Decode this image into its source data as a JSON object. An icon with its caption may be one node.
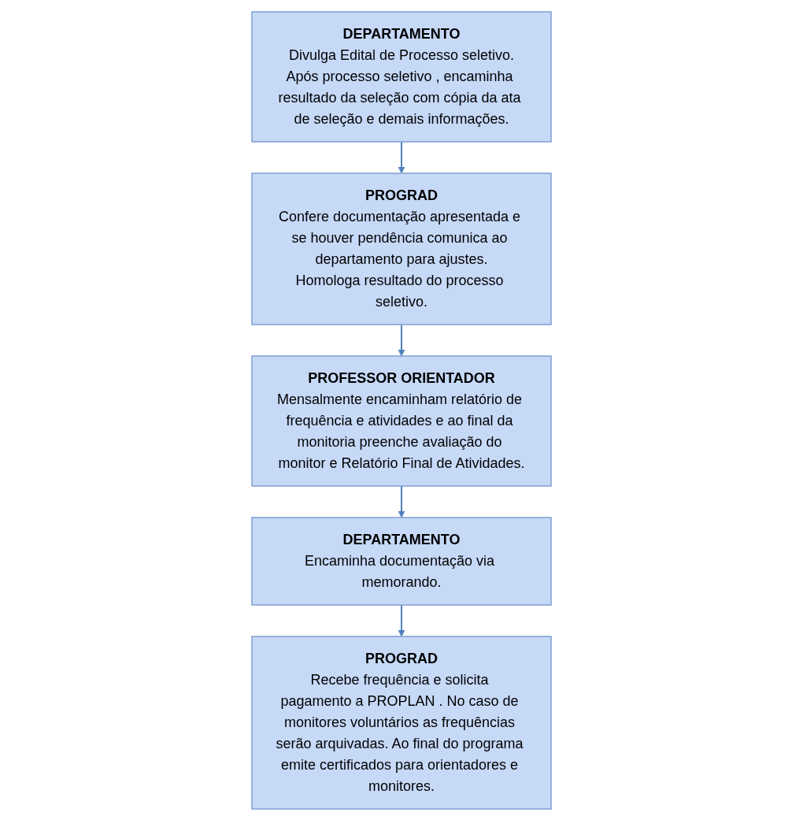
{
  "diagram": {
    "nodes": [
      {
        "text": [
          "DEPARTAMENTO",
          "Divulga Edital de Processo seletivo.",
          "Após processo seletivo , encaminha resultado da seleção com cópia da ata de seleção e demais informações."
        ]
      },
      {
        "text": [
          "PROGRAD",
          "Confere documentação apresentada e se houver pendência comunica ao departamento para ajustes.",
          "Homologa resultado do processo seletivo."
        ]
      },
      {
        "text": [
          "PROFESSOR ORIENTADOR",
          "Mensalmente encaminham relatório de frequência e atividades e ao final da monitoria preenche avaliação do monitor e Relatório Final de Atividades."
        ]
      },
      {
        "text": [
          "DEPARTAMENTO",
          "Encaminha documentação via memorando."
        ]
      },
      {
        "text": [
          "PROGRAD",
          "Recebe frequência e solicita pagamento a PROPLAN . No caso de monitores voluntários as frequências serão arquivadas. Ao final do programa emite certificados para orientadores e monitores."
        ]
      }
    ],
    "edges": [
      {
        "from": 0,
        "to": 1,
        "arrow": "to"
      },
      {
        "from": 1,
        "to": 2,
        "arrow": "to"
      },
      {
        "from": 2,
        "to": 3,
        "arrow": "to"
      },
      {
        "from": 3,
        "to": 4,
        "arrow": "to"
      }
    ]
  }
}
